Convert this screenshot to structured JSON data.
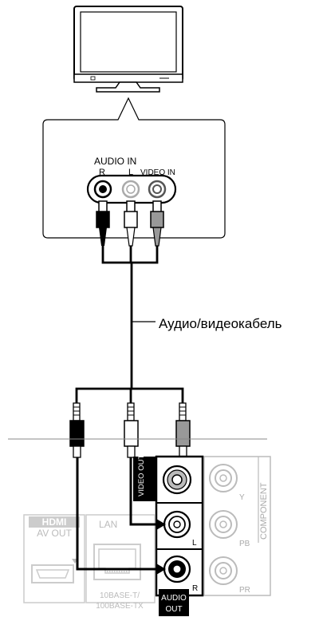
{
  "tv_panel": {
    "audio_in_label": "AUDIO IN",
    "jack_r_label": "R",
    "jack_l_label": "L",
    "video_in_label": "VIDEO IN"
  },
  "cable": {
    "label": "Аудио/видеокабель"
  },
  "player_panel": {
    "video_out_label": "VIDEO OUT",
    "component_label": "COMPONENT",
    "y_label": "Y",
    "pb_label": "PB",
    "pr_label": "PR",
    "l_label": "L",
    "r_label": "R",
    "audio_out_label_1": "AUDIO",
    "audio_out_label_2": "OUT",
    "hdmi_logo": "HDMI",
    "hdmi_label": "AV OUT",
    "lan_label": "LAN",
    "lan_spec_1": "10BASE-T/",
    "lan_spec_2": "100BASE-TX"
  }
}
